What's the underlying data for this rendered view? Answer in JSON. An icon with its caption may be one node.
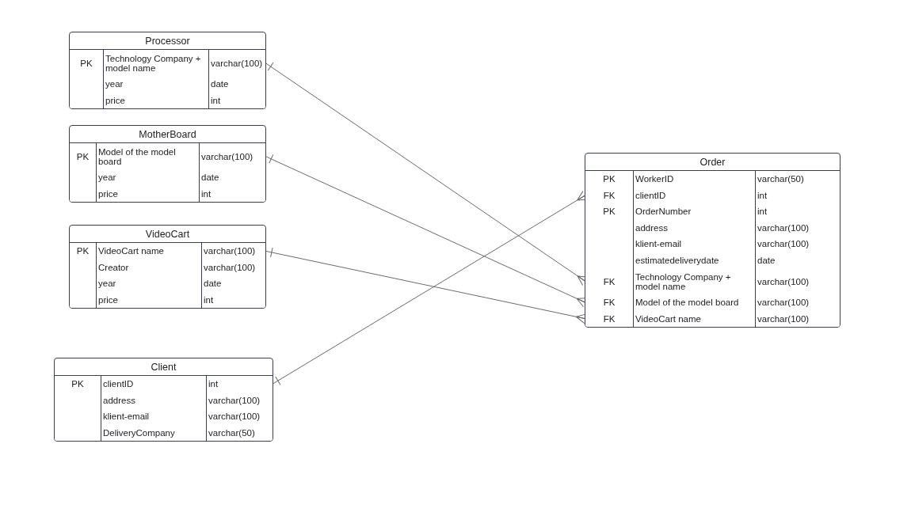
{
  "diagram": {
    "nodes": [
      {
        "text": [
          "Processor"
        ]
      },
      {
        "text": [
          "PK",
          "Technology Company + model name",
          "varchar(100)"
        ],
        "in": 0
      },
      {
        "text": [
          "year",
          "date"
        ],
        "in": 0
      },
      {
        "text": [
          "price",
          "int"
        ],
        "in": 0
      },
      {
        "text": [
          "MotherBoard"
        ]
      },
      {
        "text": [
          "PK",
          "Model of the model board",
          "varchar(100)"
        ],
        "in": 4
      },
      {
        "text": [
          "year",
          "date"
        ],
        "in": 4
      },
      {
        "text": [
          "price",
          "int"
        ],
        "in": 4
      },
      {
        "text": [
          "VideoCart"
        ]
      },
      {
        "text": [
          "PK",
          "VideoCart name",
          "varchar(100)"
        ],
        "in": 8
      },
      {
        "text": [
          "Creator",
          "varchar(100)"
        ],
        "in": 8
      },
      {
        "text": [
          "year",
          "date"
        ],
        "in": 8
      },
      {
        "text": [
          "price",
          "int"
        ],
        "in": 8
      },
      {
        "text": [
          "Client"
        ]
      },
      {
        "text": [
          "PK",
          "clientID",
          "int"
        ],
        "in": 13
      },
      {
        "text": [
          "address",
          "varchar(100)"
        ],
        "in": 13
      },
      {
        "text": [
          "klient-email",
          "varchar(100)"
        ],
        "in": 13
      },
      {
        "text": [
          "DeliveryCompany",
          "varchar(50)"
        ],
        "in": 13
      },
      {
        "text": [
          "Order"
        ]
      },
      {
        "text": [
          "PK",
          "WorkerID",
          "varchar(50)"
        ],
        "in": 18
      },
      {
        "text": [
          "FK",
          "clientID",
          "int"
        ],
        "in": 18
      },
      {
        "text": [
          "PK",
          "OrderNumber",
          "int"
        ],
        "in": 18
      },
      {
        "text": [
          "address",
          "varchar(100)"
        ],
        "in": 18
      },
      {
        "text": [
          "klient-email",
          "varchar(100)"
        ],
        "in": 18
      },
      {
        "text": [
          "estimatedeliverydate",
          "date"
        ],
        "in": 18
      },
      {
        "text": [
          "FK",
          "Technology Company + model name",
          "varchar(100)"
        ],
        "in": 18
      },
      {
        "text": [
          "FK",
          "Model of the model board",
          "varchar(100)"
        ],
        "in": 18
      },
      {
        "text": [
          "FK",
          "VideoCart name",
          "varchar(100)"
        ],
        "in": 18
      }
    ],
    "edges": [
      {
        "from": 1,
        "to": 25,
        "arrow": "other"
      },
      {
        "from": 5,
        "to": 26,
        "arrow": "other"
      },
      {
        "from": 9,
        "to": 27,
        "arrow": "other"
      },
      {
        "from": 14,
        "to": 20,
        "arrow": "other"
      }
    ]
  }
}
